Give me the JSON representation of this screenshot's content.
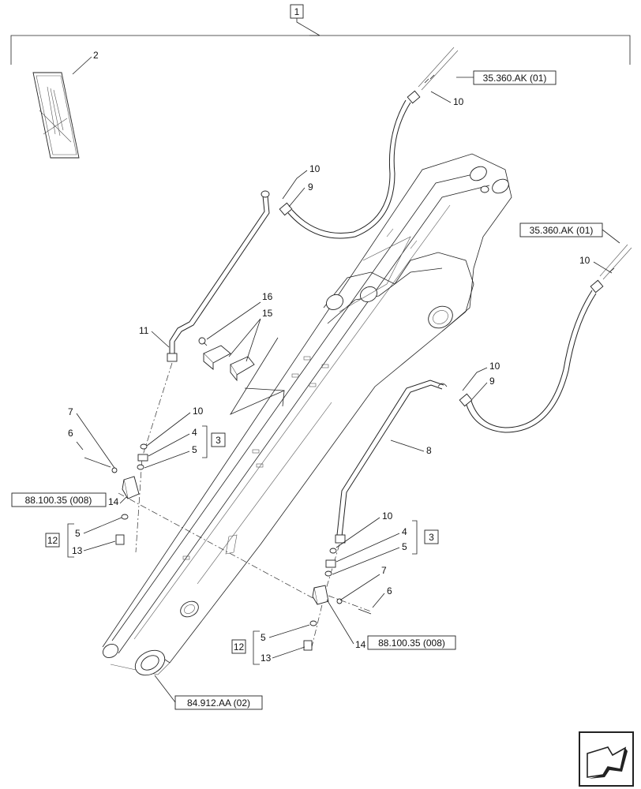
{
  "colors": {
    "ink": "#222222",
    "background": "#ffffff"
  },
  "assembly": {
    "number": "1"
  },
  "parts": {
    "p2": "2",
    "p3a": "3",
    "p3b": "3",
    "p4a": "4",
    "p4b": "4",
    "p5a": "5",
    "p5b": "5",
    "p5c": "5",
    "p5d": "5",
    "p6a": "6",
    "p6b": "6",
    "p7a": "7",
    "p7b": "7",
    "p8": "8",
    "p9a": "9",
    "p9b": "9",
    "p10a": "10",
    "p10b": "10",
    "p10c": "10",
    "p10d": "10",
    "p10e": "10",
    "p10f": "10",
    "p11": "11",
    "p12a": "12",
    "p12b": "12",
    "p13a": "13",
    "p13b": "13",
    "p14a": "14",
    "p14b": "14",
    "p15": "15",
    "p16": "16"
  },
  "references": {
    "ref_top": "35.360.AK (01)",
    "ref_right": "35.360.AK (01)",
    "ref_left_block": "88.100.35 (008)",
    "ref_right_block": "88.100.35 (008)",
    "ref_boom_pin": "84.912.AA (02)"
  },
  "icons": {
    "nav": "next-page-arrow-icon",
    "manual": "manual-booklet-icon"
  }
}
